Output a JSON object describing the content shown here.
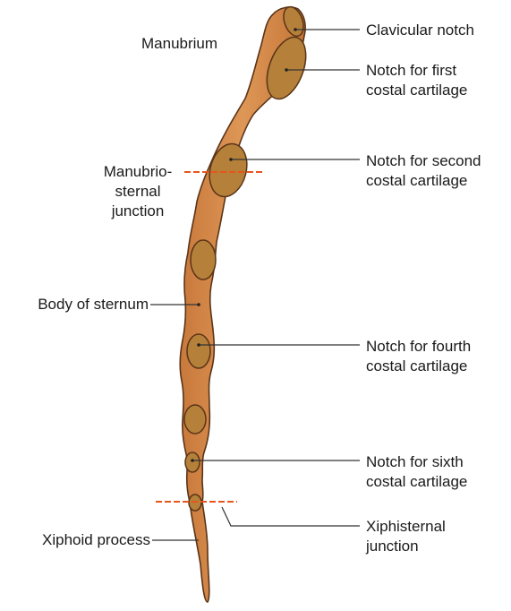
{
  "labels": {
    "manubrium": "Manubrium",
    "clavicular_notch": "Clavicular notch",
    "first_notch": [
      "Notch for first",
      "costal cartilage"
    ],
    "second_notch": [
      "Notch for second",
      "costal cartilage"
    ],
    "manubriosternal": [
      "Manubrio-",
      "sternal",
      "junction"
    ],
    "body": "Body of sternum",
    "fourth_notch": [
      "Notch for fourth",
      "costal cartilage"
    ],
    "sixth_notch": [
      "Notch for sixth",
      "costal cartilage"
    ],
    "xiphoid": "Xiphoid process",
    "xiphisternal": [
      "Xiphisternal",
      "junction"
    ]
  },
  "colors": {
    "bone": "#D68A48",
    "bone_outline": "#5A3418",
    "notch": "#B5813A",
    "junction_line": "#E8551C",
    "leader": "#333333"
  }
}
